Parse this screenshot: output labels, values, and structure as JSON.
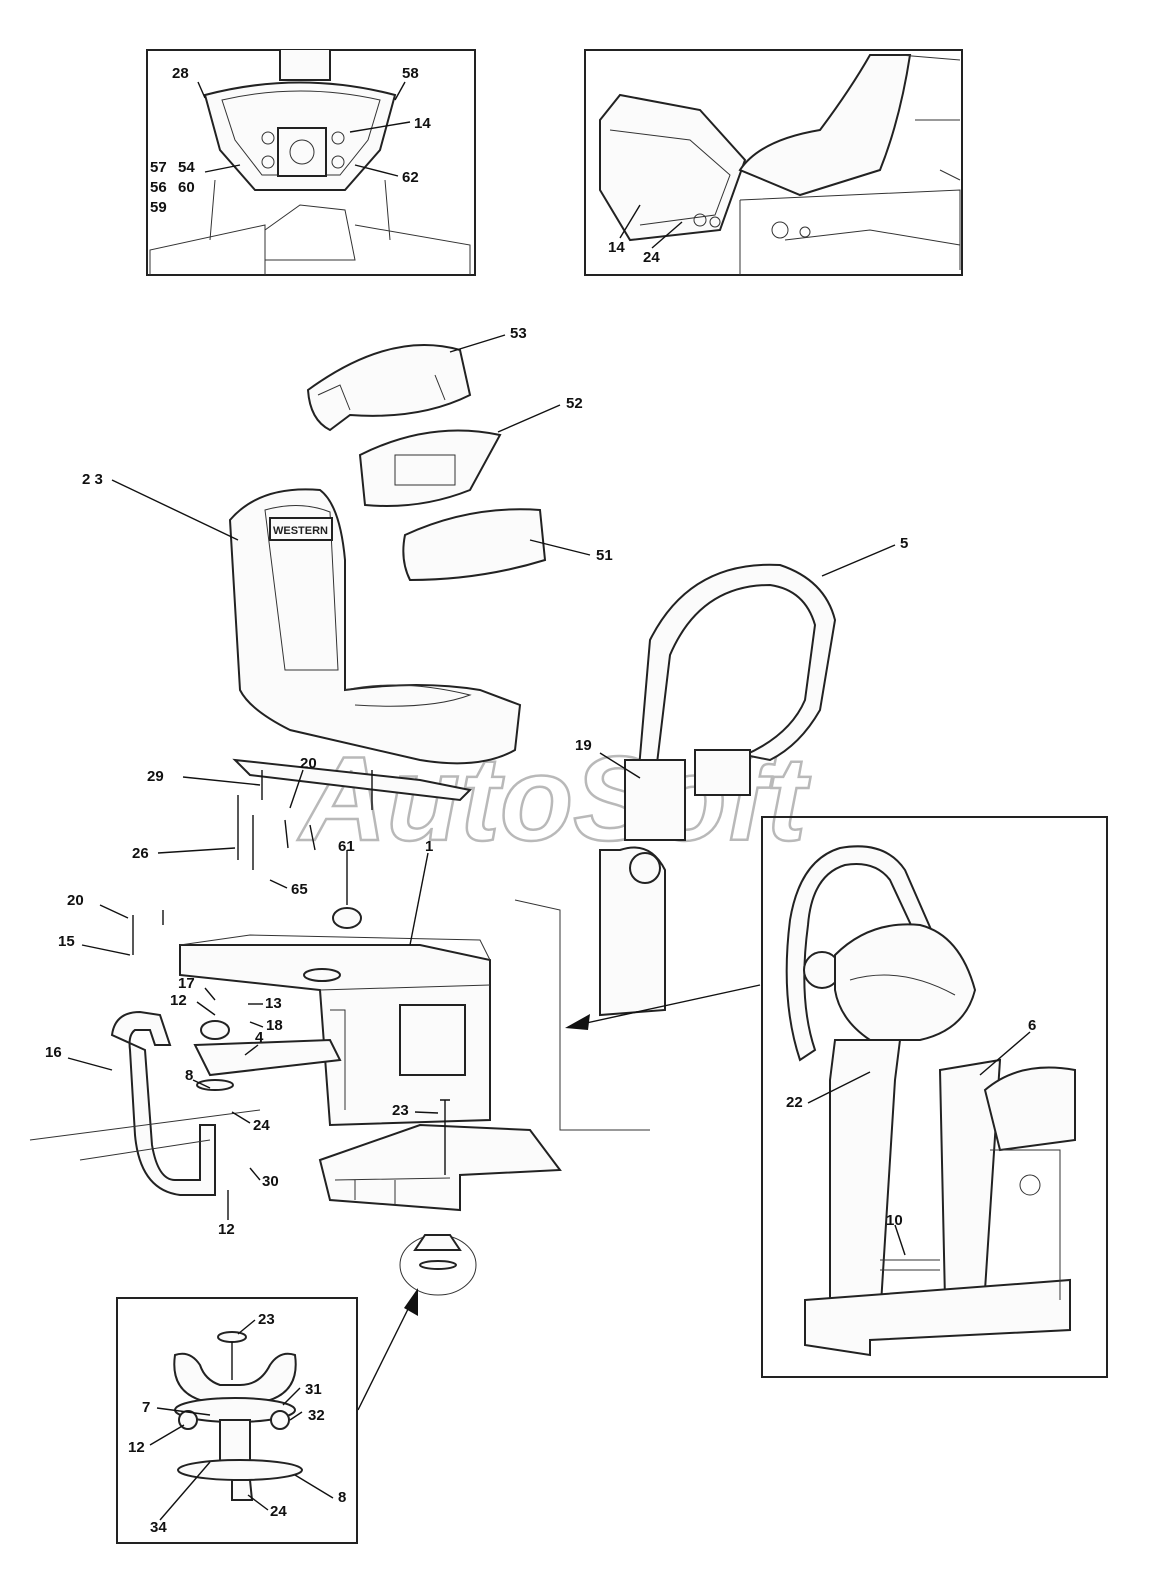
{
  "watermark": "AutoSoft",
  "brand_badge": "WESTERN",
  "insets": {
    "top_left_callouts": [
      "28",
      "58",
      "14",
      "57",
      "54",
      "56",
      "60",
      "59",
      "62"
    ],
    "top_right_callouts": [
      "14",
      "24"
    ],
    "bottom_left_callouts": [
      "23",
      "31",
      "7",
      "32",
      "12",
      "8",
      "34",
      "24"
    ],
    "right_callouts": [
      "6",
      "22",
      "10"
    ]
  },
  "main_callouts": {
    "c53": "53",
    "c52": "52",
    "c23a": "2 3",
    "c51": "51",
    "c5": "5",
    "c19": "19",
    "c29": "29",
    "c20a": "20",
    "c26": "26",
    "c61": "61",
    "c1": "1",
    "c65": "65",
    "c20b": "20",
    "c15": "15",
    "c17": "17",
    "c12a": "12",
    "c13": "13",
    "c18": "18",
    "c4": "4",
    "c16": "16",
    "c8": "8",
    "c24": "24",
    "c23b": "23",
    "c30": "30",
    "c12b": "12"
  }
}
